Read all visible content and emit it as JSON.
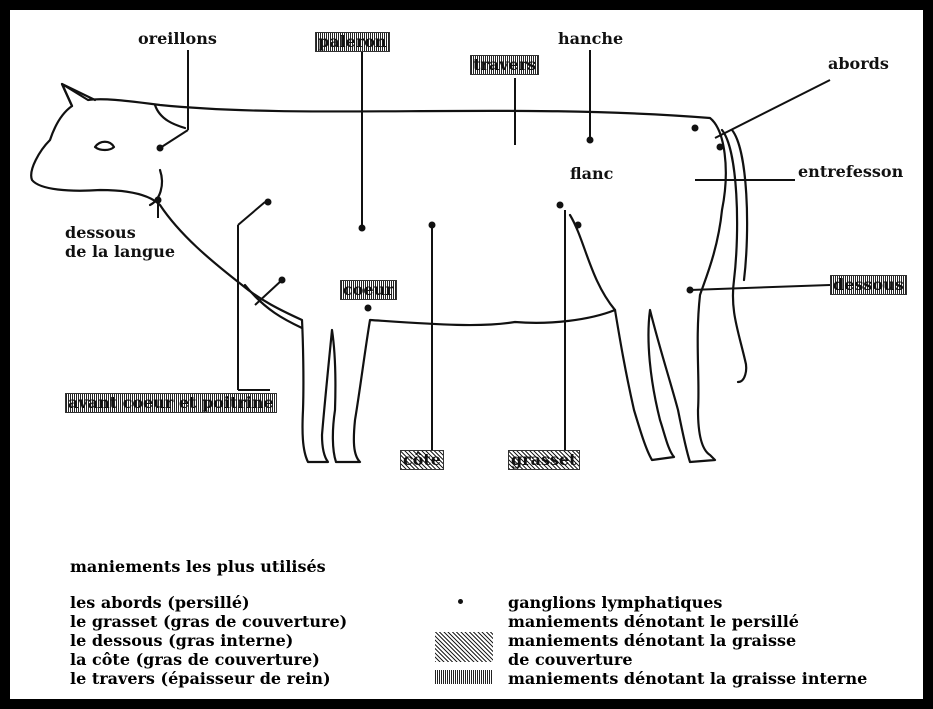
{
  "labels": {
    "oreillons": "oreillons",
    "paleron": "paleron",
    "travers": "travers",
    "hanche": "hanche",
    "abords": "abords",
    "flanc": "flanc",
    "entrefesson": "entrefesson",
    "dessous_langue_1": "dessous",
    "dessous_langue_2": "de la langue",
    "coeur": "coeur",
    "dessous": "dessous",
    "avant_coeur": "avant coeur et poitrine",
    "cote": "côte",
    "grasset": "grasset"
  },
  "legend": {
    "title": "maniements les plus utilisés",
    "left": [
      "les abords (persillé)",
      "le grasset (gras de couverture)",
      "le dessous (gras interne)",
      "la côte (gras de couverture)",
      "le travers (épaisseur de rein)"
    ],
    "right": [
      "ganglions lymphatiques",
      "maniements dénotant le persillé",
      "maniements dénotant la graisse",
      "de couverture",
      "maniements dénotant la graisse interne"
    ]
  }
}
